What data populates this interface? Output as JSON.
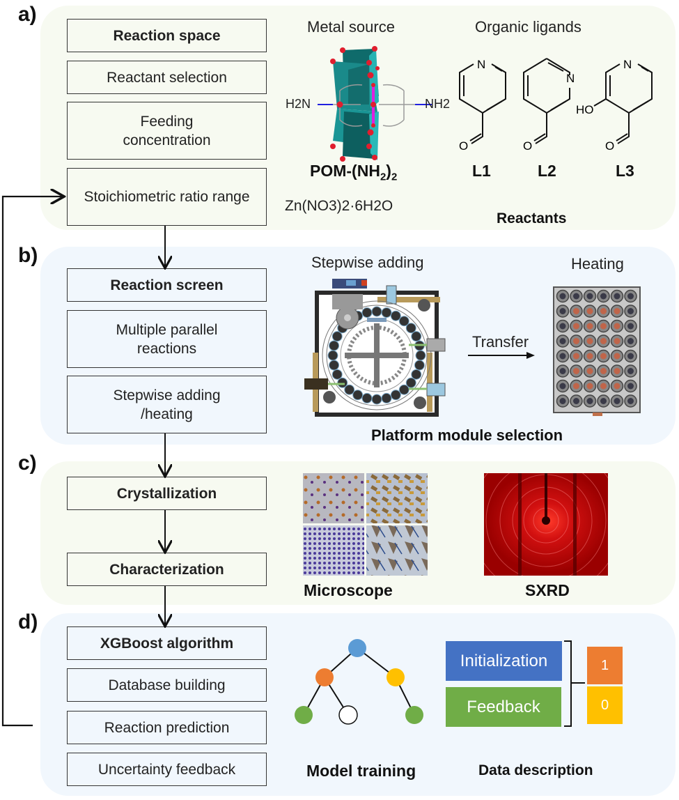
{
  "panels": {
    "a": {
      "label": "a)",
      "steps": [
        "Reaction space",
        "Reactant selection",
        "Feeding concentration",
        "Stoichiometric ratio range"
      ],
      "metal_source_title": "Metal source",
      "pom_label": "POM-(NH2)2",
      "pom_label_main": "POM-(NH",
      "pom_label_sub1": "2",
      "pom_label_close": ")",
      "pom_label_sub2": "2",
      "h2n_label": "H2N",
      "nh2_label": "NH2",
      "zn_salt": "Zn(NO3)2·6H2O",
      "organic_ligands_title": "Organic ligands",
      "ligands": [
        {
          "name": "L1",
          "substituent": ""
        },
        {
          "name": "L2",
          "substituent": ""
        },
        {
          "name": "L3",
          "substituent": "HO"
        }
      ],
      "atom_N": "N",
      "atom_O": "O",
      "reactants_caption": "Reactants"
    },
    "b": {
      "label": "b)",
      "steps": [
        "Reaction screen",
        "Multiple parallel reactions",
        "Stepwise adding /heating"
      ],
      "stepwise_title": "Stepwise adding",
      "heating_title": "Heating",
      "transfer_label": "Transfer",
      "caption": "Platform module selection"
    },
    "c": {
      "label": "c)",
      "steps": [
        "Crystallization",
        "Characterization"
      ],
      "microscope_caption": "Microscope",
      "sxrd_caption": "SXRD"
    },
    "d": {
      "label": "d)",
      "steps": [
        "XGBoost algorithm",
        "Database building",
        "Reaction prediction",
        "Uncertainty feedback"
      ],
      "model_caption": "Model  training",
      "data_caption": "Data description",
      "initialization_label": "Initialization",
      "feedback_label": "Feedback",
      "value_one": "1",
      "value_zero": "0"
    }
  },
  "colors": {
    "panel_green": "#f7faf1",
    "panel_blue": "#f1f7fd",
    "init_blue": "#4472c4",
    "feedback_green": "#70ad47",
    "one_orange": "#ed7d31",
    "zero_yellow": "#ffc000",
    "tree_root": "#5b9bd5",
    "pom_teal": "#1f8a8a",
    "sxrd_red": "#c00000"
  }
}
